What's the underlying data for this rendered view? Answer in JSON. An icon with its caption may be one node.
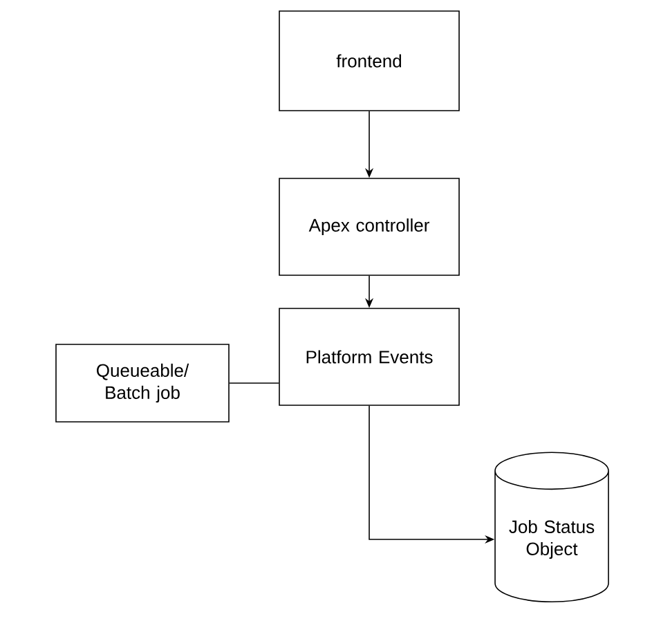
{
  "diagram": {
    "nodes": [
      {
        "text": [
          "frontend"
        ]
      },
      {
        "text": [
          "Apex controller"
        ]
      },
      {
        "text": [
          "Queueable/ Batch job"
        ]
      },
      {
        "text": [
          "Platform Events"
        ]
      },
      {
        "text": [
          "Job Status Object"
        ]
      }
    ],
    "edges": [
      {
        "from": 0,
        "to": 1,
        "arrow": "to"
      },
      {
        "from": 1,
        "to": 3,
        "arrow": "to"
      },
      {
        "from": 2,
        "to": 3,
        "arrow": "none"
      },
      {
        "from": 3,
        "to": 4,
        "arrow": "to"
      }
    ]
  }
}
